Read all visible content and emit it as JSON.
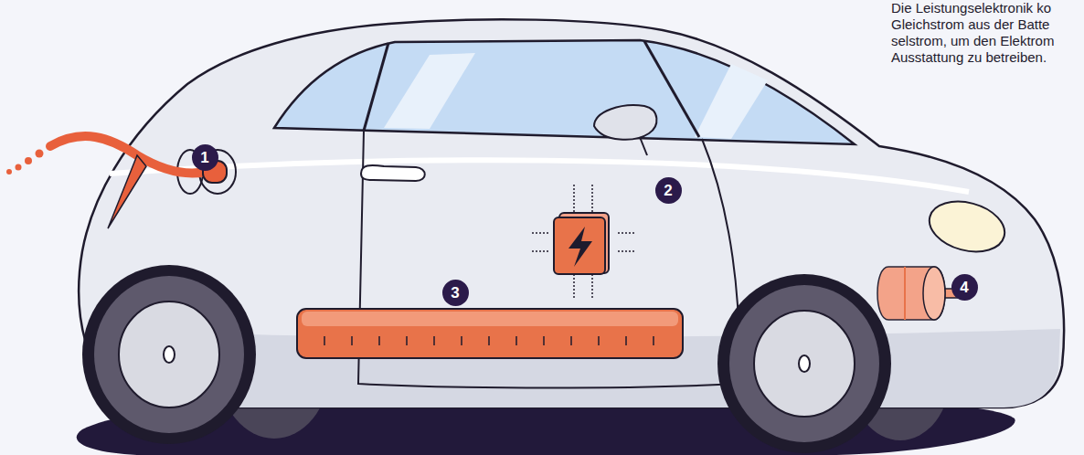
{
  "diagram": {
    "nodes": [
      {
        "text": [
          "1"
        ]
      },
      {
        "text": [
          "2"
        ]
      },
      {
        "text": [
          "3"
        ]
      },
      {
        "text": [
          "4"
        ]
      }
    ],
    "labels": [
      "Die Leistungselektronik ko Gleichstrom aus der Batte selstrom, um den Elektrom Ausstattung zu betreiben."
    ]
  }
}
